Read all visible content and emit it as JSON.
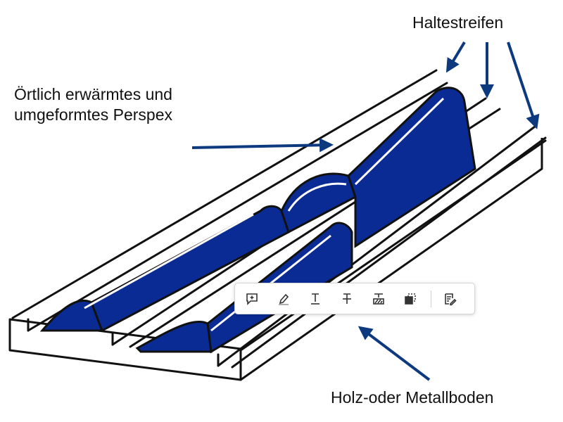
{
  "labels": {
    "holding_strips": "Haltestreifen",
    "perspex_line1": "Örtlich erwärmtes und",
    "perspex_line2": "umgeformtes Perspex",
    "base": "Holz-oder Metallboden"
  },
  "colors": {
    "perspex_fill": "#0a2a94",
    "arrow": "#0d3a7e",
    "outline": "#111111"
  },
  "toolbar": {
    "tools": [
      {
        "icon": "add-comment-icon"
      },
      {
        "icon": "highlight-pen-icon"
      },
      {
        "icon": "text-underline-icon"
      },
      {
        "icon": "strikethrough-icon"
      },
      {
        "icon": "text-box-icon"
      },
      {
        "icon": "shape-icon"
      },
      {
        "icon": "edit-notes-icon"
      }
    ]
  }
}
